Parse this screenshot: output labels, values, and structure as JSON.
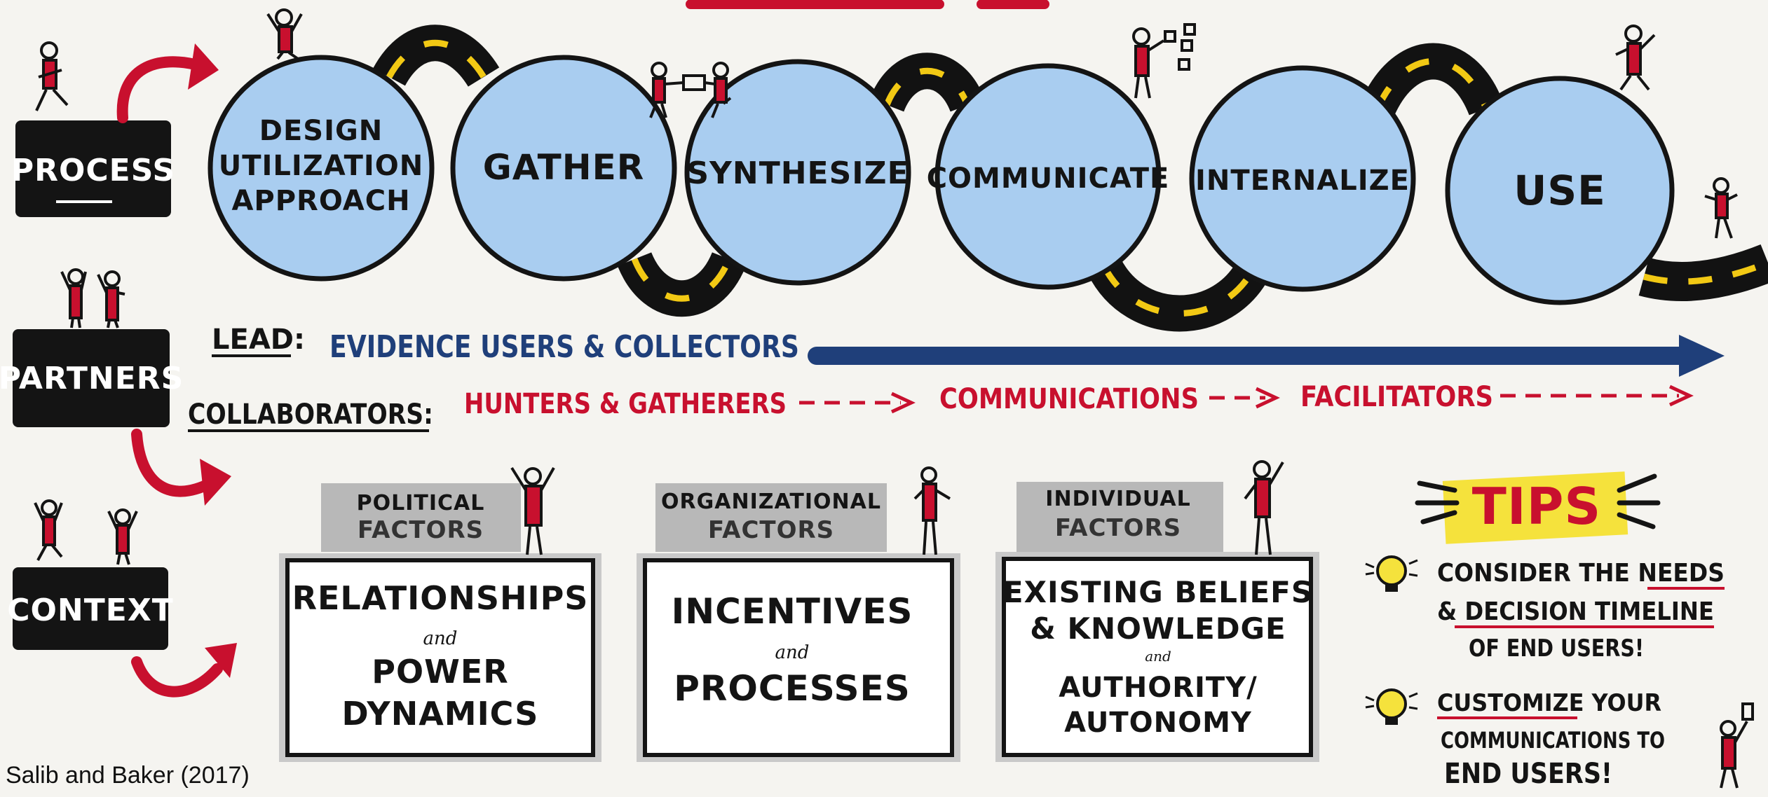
{
  "row_labels": {
    "process": "PROCESS",
    "partners": "PARTNERS",
    "context": "CONTEXT"
  },
  "steps": [
    {
      "lines": [
        "DESIGN",
        "UTILIZATION",
        "APPROACH"
      ]
    },
    {
      "lines": [
        "GATHER"
      ]
    },
    {
      "lines": [
        "SYNTHESIZE"
      ]
    },
    {
      "lines": [
        "COMMUNICATE"
      ]
    },
    {
      "lines": [
        "INTERNALIZE"
      ]
    },
    {
      "lines": [
        "USE"
      ]
    }
  ],
  "partners": {
    "lead_label": "LEAD:",
    "lead_text": "EVIDENCE USERS & COLLECTORS",
    "collab_label": "COLLABORATORS:",
    "collab_1": "HUNTERS & GATHERERS",
    "collab_2": "COMMUNICATIONS",
    "collab_3": "FACILITATORS"
  },
  "factors": [
    {
      "tab_top": "POLITICAL",
      "tab_bottom": "FACTORS",
      "line1": "RELATIONSHIPS",
      "and": "and",
      "line2": "POWER",
      "line3": "DYNAMICS"
    },
    {
      "tab_top": "ORGANIZATIONAL",
      "tab_bottom": "FACTORS",
      "line1": "INCENTIVES",
      "and": "and",
      "line2": "PROCESSES",
      "line3": ""
    },
    {
      "tab_top": "INDIVIDUAL",
      "tab_bottom": "FACTORS",
      "line1": "EXISTING BELIEFS",
      "line1b": "& KNOWLEDGE",
      "and": "and",
      "line2": "AUTHORITY/",
      "line3": "AUTONOMY"
    }
  ],
  "tips": {
    "title": "TIPS",
    "tip1_a": "CONSIDER THE NEEDS",
    "tip1_b": "& DECISION TIMELINE",
    "tip1_c": "OF END USERS!",
    "tip2_a": "CUSTOMIZE YOUR",
    "tip2_b": "COMMUNICATIONS TO",
    "tip2_c": "END USERS!"
  },
  "citation": "Salib and Baker (2017)",
  "colors": {
    "circle_fill": "#a9cdf0",
    "road": "#121212",
    "road_dash": "#f2c914",
    "accent_red": "#c8102e",
    "lead_blue": "#1f3f7a",
    "tips_yellow": "#f5e23c",
    "tab_gray": "#b8b8b8"
  }
}
